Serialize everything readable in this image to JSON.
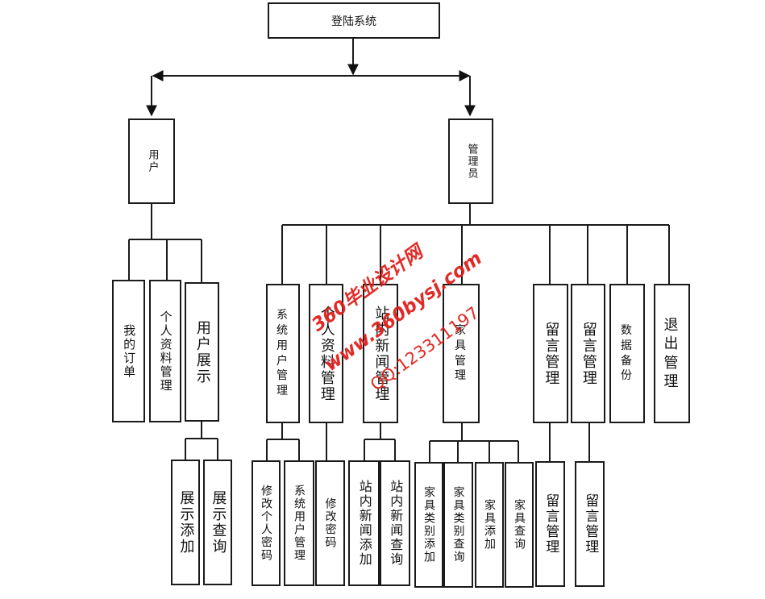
{
  "root": "登陆系统",
  "roles": {
    "user": "用户",
    "admin": "管理员"
  },
  "user_modules": [
    {
      "label": "我的订单"
    },
    {
      "label": "个人资料管理"
    },
    {
      "label": "用户展示",
      "subs": [
        "展示添加",
        "展示查询"
      ]
    }
  ],
  "admin_modules": [
    {
      "label": "系统用户管理",
      "subs": [
        "修改个人密码",
        "系统用户管理"
      ]
    },
    {
      "label": "个人资料管理",
      "subs": [
        "修改密码"
      ]
    },
    {
      "label": "站内新闻管理",
      "subs": [
        "站内新闻添加",
        "站内新闻查询"
      ]
    },
    {
      "label": "家具管理",
      "subs": [
        "家具类别添加",
        "家具类别查询",
        "家具添加",
        "家具查询"
      ]
    },
    {
      "label": "留言管理",
      "subs": [
        "留言管理"
      ]
    },
    {
      "label": "留言管理",
      "subs": [
        "留言管理"
      ]
    },
    {
      "label": "数据备份"
    },
    {
      "label": "退出管理"
    }
  ],
  "watermark": {
    "line1": "360毕业设计网",
    "line2": "www.360bysj.com",
    "line3": "QQ:123311197",
    "color": "#e0201c"
  }
}
